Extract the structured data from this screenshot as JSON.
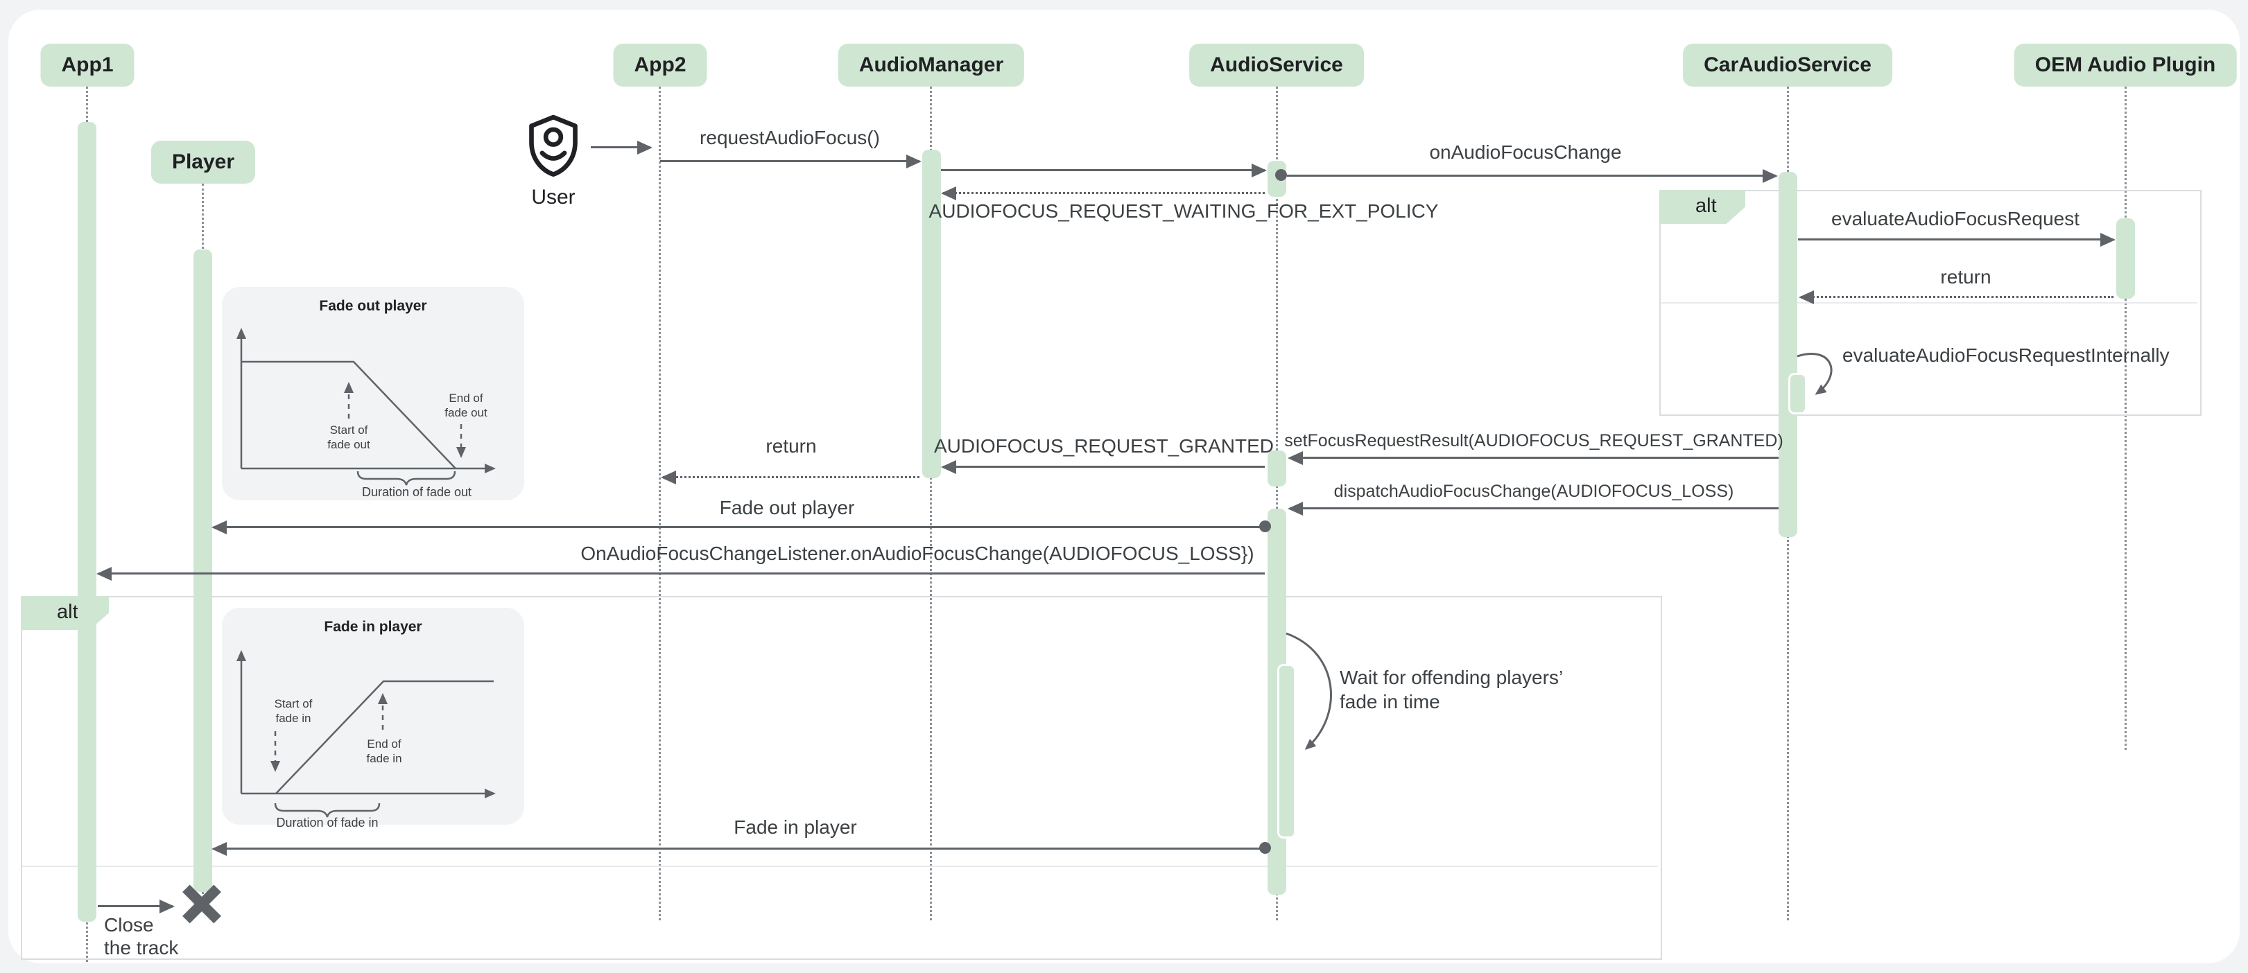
{
  "diagram": {
    "actors": [
      {
        "label": "App1"
      },
      {
        "label": "Player"
      },
      {
        "label": "App2"
      },
      {
        "label": "AudioManager"
      },
      {
        "label": "AudioService"
      },
      {
        "label": "CarAudioService"
      },
      {
        "label": "OEM Audio Plugin"
      }
    ],
    "user_label": "User",
    "alt_left_label": "alt",
    "alt_right_label": "alt",
    "messages": {
      "request_audio_focus": "requestAudioFocus()",
      "on_audio_focus_change": "onAudioFocusChange",
      "waiting_ext_policy": "AUDIOFOCUS_REQUEST_WAITING_FOR_EXT_POLICY",
      "evaluate_request": "evaluateAudioFocusRequest",
      "return_oem": "return",
      "evaluate_internally": "evaluateAudioFocusRequestInternally",
      "set_focus_result": "setFocusRequestResult(AUDIOFOCUS_REQUEST_GRANTED)",
      "request_granted": "AUDIOFOCUS_REQUEST_GRANTED",
      "return_app2": "return",
      "dispatch_change": "dispatchAudioFocusChange(AUDIOFOCUS_LOSS)",
      "fade_out_player": "Fade out player",
      "focus_change_listener": "OnAudioFocusChangeListener.onAudioFocusChange(AUDIOFOCUS_LOSS})",
      "fade_in_player": "Fade in player",
      "wait_note": "Wait for offending players’\nfade in time",
      "close_track": "Close\nthe track"
    },
    "fade_out_chart": {
      "title": "Fade out player",
      "start_label": "Start of\nfade out",
      "end_label": "End of\nfade out",
      "duration_label": "Duration of fade out"
    },
    "fade_in_chart": {
      "title": "Fade in player",
      "start_label": "Start of\nfade in",
      "end_label": "End of\nfade in",
      "duration_label": "Duration of fade in"
    },
    "colors": {
      "accent_green": "#CFE6D3",
      "arrow_gray": "#5F6368",
      "note_bg": "#F1F3F4",
      "frame_border": "#DADCE0",
      "text": "#3C4043"
    }
  }
}
